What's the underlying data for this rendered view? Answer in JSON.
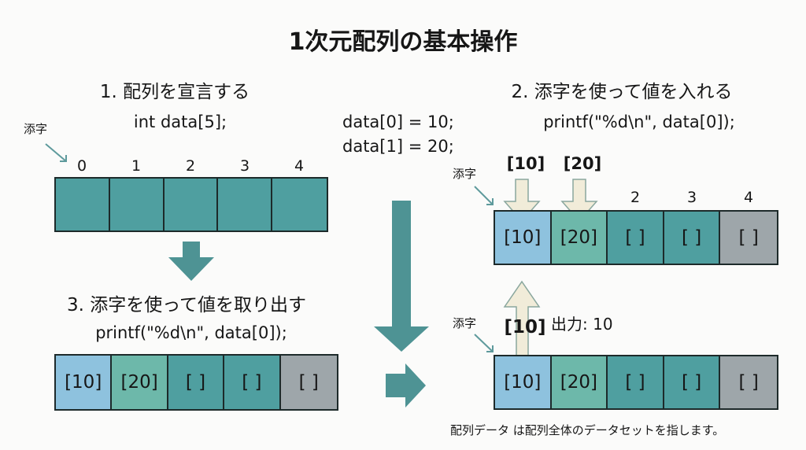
{
  "title": "1次元配列の基本操作",
  "colors": {
    "teal": "#4f9fa0",
    "blue": "#8ec2de",
    "mint": "#6db8aa",
    "gray": "#9ea6aa",
    "arrow_teal": "#4e9394",
    "arrow_cream": "#f1ecd9"
  },
  "step1": {
    "heading": "1. 配列を宣言する",
    "code": "int data[5];",
    "subscript_label": "添字",
    "indices": [
      "0",
      "1",
      "2",
      "3",
      "4"
    ]
  },
  "middle": {
    "code_lines": [
      "data[0] = 10;",
      "data[1] = 20;"
    ]
  },
  "step2": {
    "heading": "2. 添字を使って値を入れる",
    "code": "printf(\"%d\\n\", data[0]);",
    "subscript_label": "添字",
    "inputs": [
      "[10]",
      "[20]"
    ],
    "indices": [
      "2",
      "3",
      "4"
    ],
    "cells": [
      "[10]",
      "[20]",
      "[ ]",
      "[ ]",
      "[ ]"
    ]
  },
  "step3": {
    "heading": "3. 添字を使って値を取り出す",
    "code": "printf(\"%d\\n\", data[0]);",
    "cells": [
      "[10]",
      "[20]",
      "[ ]",
      "[ ]",
      "[ ]"
    ]
  },
  "output": {
    "subscript_label": "添字",
    "value_label": "[10]",
    "output_text": "出力: 10",
    "cells": [
      "[10]",
      "[20]",
      "[ ]",
      "[ ]",
      "[ ]"
    ]
  },
  "footnote": "配列データ は配列全体のデータセットを指します。"
}
